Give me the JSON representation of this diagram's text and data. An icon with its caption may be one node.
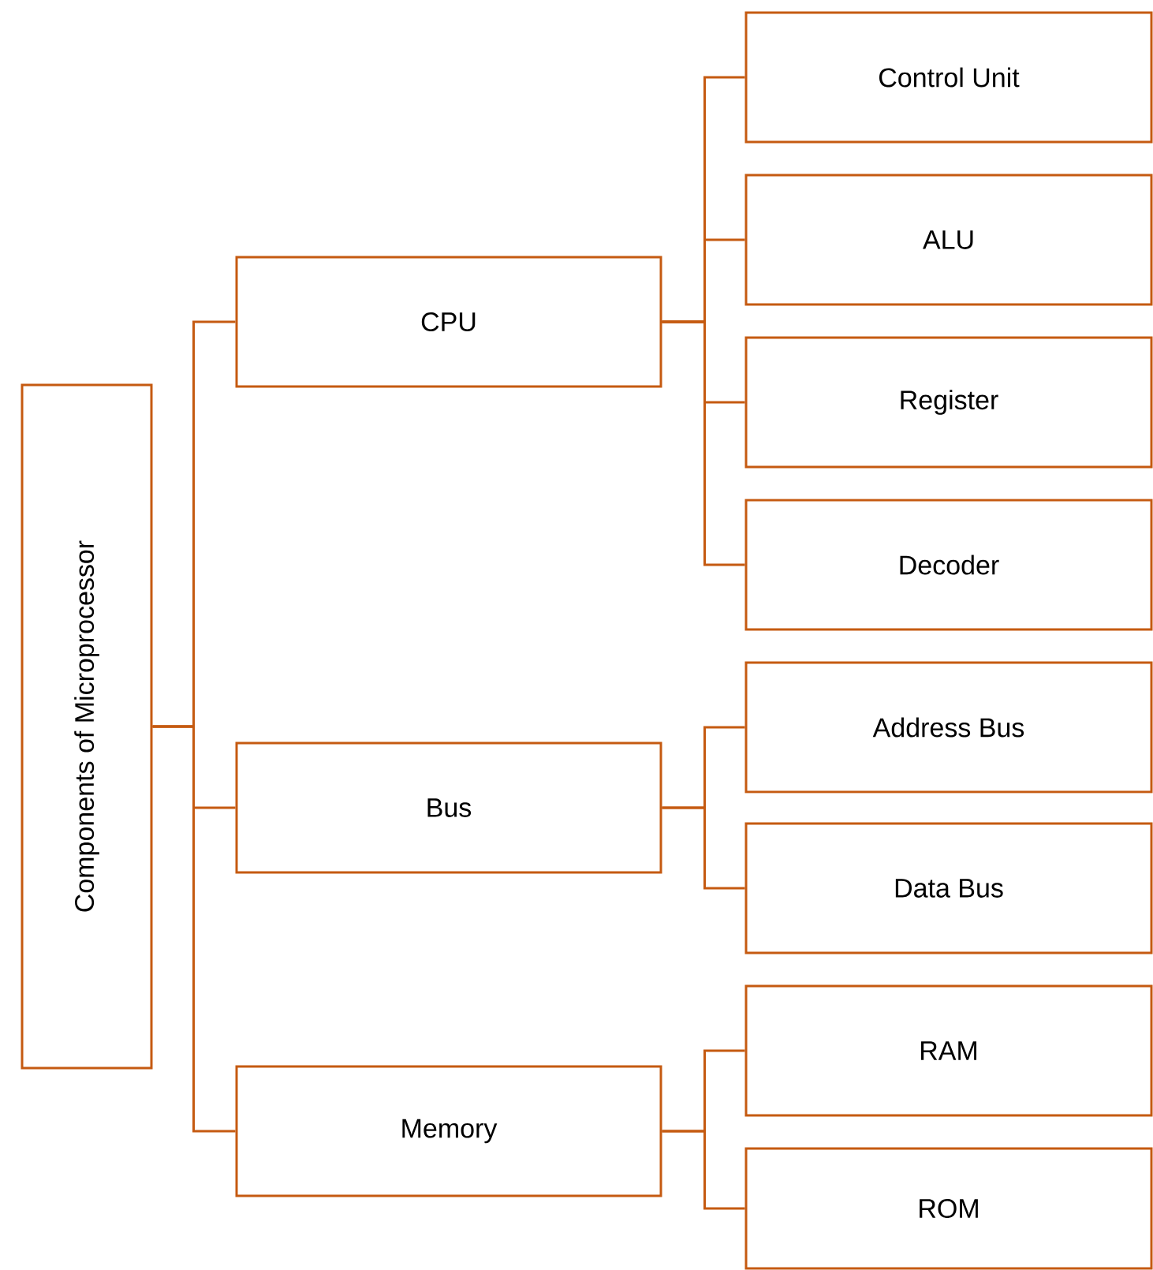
{
  "diagram": {
    "nodes": [
      {
        "text": [
          "Components of Microprocessor"
        ]
      },
      {
        "text": [
          "CPU"
        ]
      },
      {
        "text": [
          "Bus"
        ]
      },
      {
        "text": [
          "Memory"
        ]
      },
      {
        "text": [
          "Control Unit"
        ]
      },
      {
        "text": [
          "ALU"
        ]
      },
      {
        "text": [
          "Register"
        ]
      },
      {
        "text": [
          "Decoder"
        ]
      },
      {
        "text": [
          "Address Bus"
        ]
      },
      {
        "text": [
          "Data Bus"
        ]
      },
      {
        "text": [
          "RAM"
        ]
      },
      {
        "text": [
          "ROM"
        ]
      }
    ],
    "edges": [
      {
        "from": 0,
        "to": 1,
        "arrow": "none"
      },
      {
        "from": 0,
        "to": 2,
        "arrow": "none"
      },
      {
        "from": 0,
        "to": 3,
        "arrow": "none"
      },
      {
        "from": 1,
        "to": 4,
        "arrow": "none"
      },
      {
        "from": 1,
        "to": 5,
        "arrow": "none"
      },
      {
        "from": 1,
        "to": 6,
        "arrow": "none"
      },
      {
        "from": 1,
        "to": 7,
        "arrow": "none"
      },
      {
        "from": 2,
        "to": 8,
        "arrow": "none"
      },
      {
        "from": 2,
        "to": 9,
        "arrow": "none"
      },
      {
        "from": 3,
        "to": 10,
        "arrow": "none"
      },
      {
        "from": 3,
        "to": 11,
        "arrow": "none"
      }
    ]
  }
}
